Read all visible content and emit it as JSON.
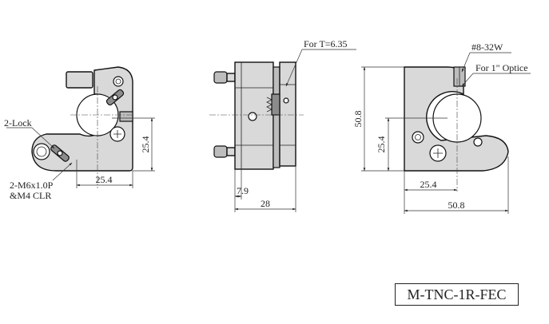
{
  "model_number": "M-TNC-1R-FEC",
  "annotations": {
    "lock": "2-Lock",
    "tap_line1": "2-M6x1.0P",
    "tap_line2": "&M4 CLR",
    "thickness": "For T=6.35",
    "screw": "#8-32W",
    "optic": "For 1\" Optice"
  },
  "dimensions": {
    "left_height": "25.4",
    "left_width": "25.4",
    "side_small": "7.9",
    "side_total": "28",
    "right_total_height": "50.8",
    "right_center_height": "25.4",
    "right_center_width": "25.4",
    "right_total_width": "50.8"
  }
}
